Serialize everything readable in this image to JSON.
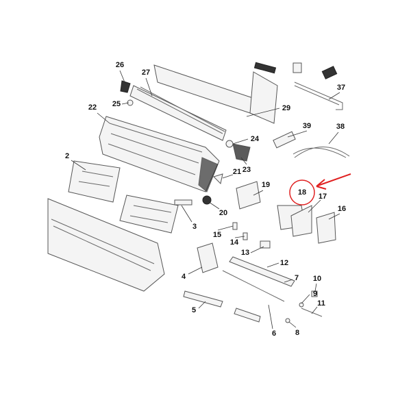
{
  "callouts": {
    "p26": "26",
    "p27": "27",
    "p25": "25",
    "p22": "22",
    "p29": "29",
    "p39": "39",
    "p38": "38",
    "p37": "37",
    "p24": "24",
    "p23": "23",
    "p2": "2",
    "p21": "21",
    "p19": "19",
    "p18": "18",
    "p17": "17",
    "p16": "16",
    "p20": "20",
    "p3": "3",
    "p15": "15",
    "p14": "14",
    "p13": "13",
    "p12": "12",
    "p4": "4",
    "p7": "7",
    "p10": "10",
    "p9": "9",
    "p11": "11",
    "p5": "5",
    "p6": "6",
    "p8": "8"
  },
  "highlight": {
    "part": "18",
    "color": "#e02020"
  }
}
